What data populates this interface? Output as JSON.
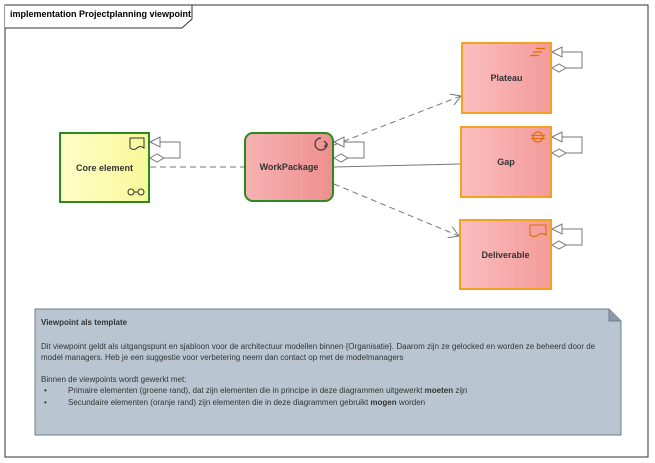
{
  "frame": {
    "title": "implementation Projectplanning viewpoint"
  },
  "elements": {
    "core": {
      "label": "Core element",
      "icon": "representation-icon"
    },
    "workpackage": {
      "label": "WorkPackage",
      "icon": "event-icon"
    },
    "plateau": {
      "label": "Plateau",
      "icon": "plateau-icon"
    },
    "gap": {
      "label": "Gap",
      "icon": "gap-icon"
    },
    "deliverable": {
      "label": "Deliverable",
      "icon": "deliverable-icon"
    }
  },
  "note": {
    "title": "Viewpoint als template",
    "para1": "Dit viewpoint geldt als uitgangspunt en sjabloon voor de architectuur modellen binnen {Organisatie}. Daarom zijn ze gelocked en worden ze beheerd door de model managers. Heb je een suggestie voor verbetering neem dan contact op met de modelmanagers",
    "para2": "Binnen de viewpoints wordt gewerkt met:",
    "bullets": [
      {
        "pre": "Primaire elementen (groene rand), dat zijn elementen die in principe in deze diagrammen uitgewerkt ",
        "strong": "moeten",
        "post": " zijn"
      },
      {
        "pre": "Secundaire elementen (oranje rand) zijn elementen die in deze diagrammen gebruikt ",
        "strong": "mogen",
        "post": " worden"
      }
    ]
  },
  "colors": {
    "primary_border": "#2b8a1f",
    "secondary_border": "#f4a020",
    "core_fill": "#ffffc8",
    "implementation_fill": "#f6b2b2",
    "note_fill": "#b9c6d1"
  }
}
